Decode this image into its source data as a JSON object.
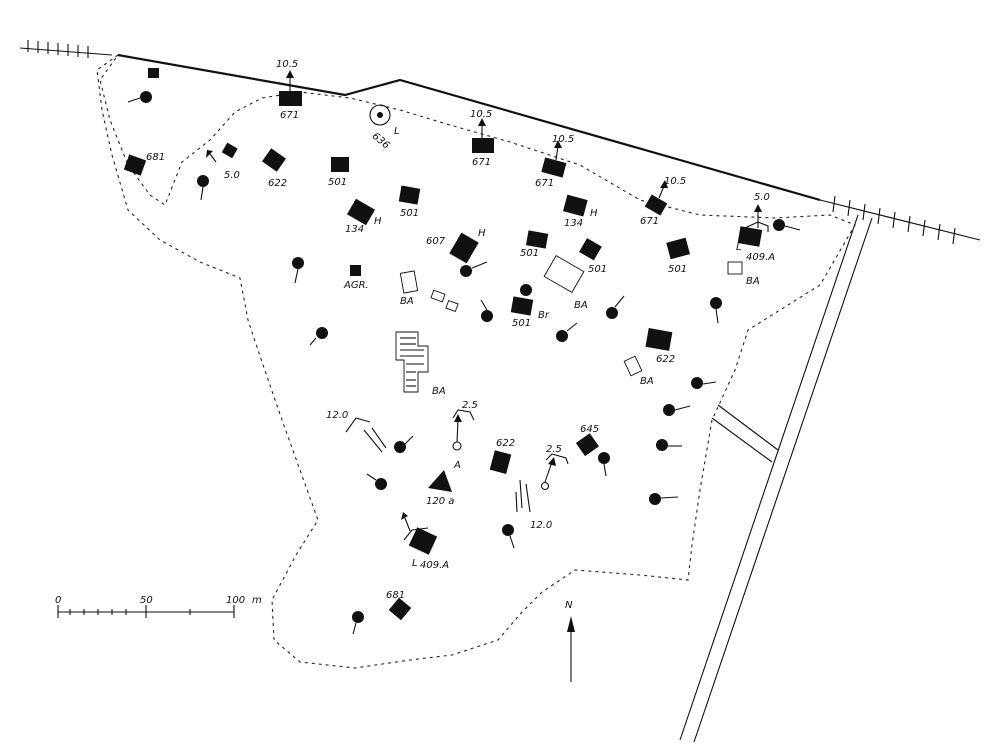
{
  "labels": {
    "l_671_a": "671",
    "l_671_b": "671",
    "l_671_c": "671",
    "l_671_d": "671",
    "l_636": "636",
    "l_L_636": "L",
    "l_681_a": "681",
    "l_681_b": "681",
    "l_622_a": "622",
    "l_622_b": "622",
    "l_622_c": "622",
    "l_501_a": "501",
    "l_501_b": "501",
    "l_501_c": "501",
    "l_501_d": "501",
    "l_501_e": "501",
    "l_501_f": "501",
    "l_134_a": "134",
    "l_134_b": "134",
    "l_H_a": "H",
    "l_H_b": "H",
    "l_H_c": "H",
    "l_607": "607",
    "l_409A_a": "409.A",
    "l_L_409a": "L",
    "l_409A_b": "409.A",
    "l_L_409b": "L",
    "l_AGR": "AGR.",
    "l_BA_a": "BA",
    "l_BA_b": "BA",
    "l_BA_c": "BA",
    "l_BA_d": "BA",
    "l_BA_e": "BA",
    "l_Br": "Br",
    "l_645": "645",
    "l_120a": "120 a",
    "l_A": "A",
    "l_12_a": "12.0",
    "l_12_b": "12.0",
    "l_25_a": "2.5",
    "l_25_b": "2.5",
    "l_105_a": "10.5",
    "l_105_b": "10.5",
    "l_105_c": "10.5",
    "l_105_d": "10.5",
    "l_50_a": "5.0",
    "l_50_b": "5.0"
  },
  "scale_bar": {
    "tick_0": "0",
    "tick_50": "50",
    "tick_100": "100",
    "unit": "m"
  },
  "north_arrow": {
    "label": "N"
  }
}
